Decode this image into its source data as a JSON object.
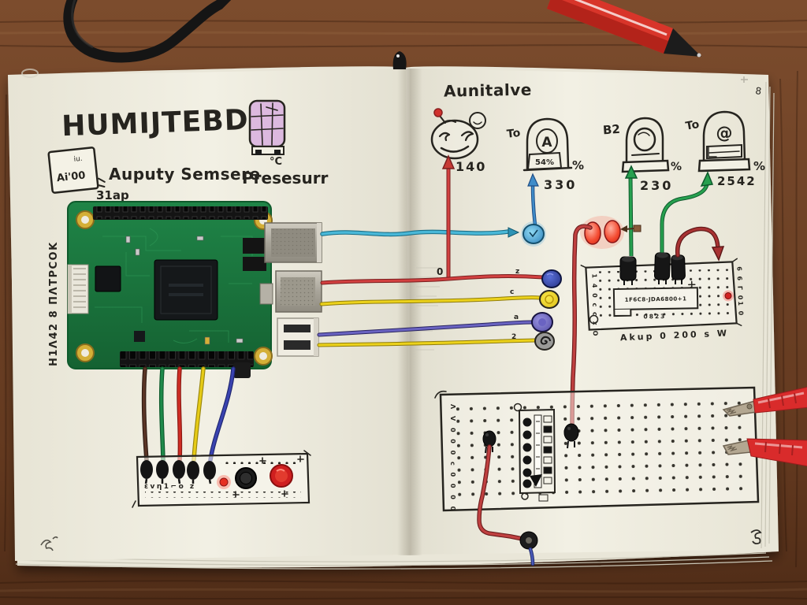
{
  "scene": {
    "desk_color": "#6e4226",
    "objects": [
      "rubber-cable",
      "red-pencil",
      "notebook",
      "alligator-clips"
    ]
  },
  "notebook": {
    "page_color": "#f1efe3"
  },
  "left_page": {
    "title": "HUMIJTEBDU",
    "sticker_note": "Ai'00",
    "sticker_note_top": "iu.",
    "subtitle": "Auputy Semsere",
    "pressure_label": "Presesurr",
    "degree_label": "°C",
    "code_label": "31ap",
    "margin_vertical": "H1Λ42 8 ΠΛΤΡCOK",
    "breadboard_glyphs": "εvη1⌐o z",
    "board": {
      "type": "raspberry-pi",
      "pcb_color": "#1c7a40"
    },
    "jumper_wire_colors": [
      "#5a3526",
      "#1f8a4a",
      "#cf2d24",
      "#e6cb16",
      "#3a43b0"
    ]
  },
  "right_page": {
    "title": "Aunitalve",
    "face_value": "140",
    "gauges": [
      {
        "label": "To",
        "glyph": "A",
        "inner": "54%",
        "pct": "%",
        "value": "330"
      },
      {
        "label": "B2",
        "pct": "%",
        "value": "230"
      },
      {
        "label": "To",
        "glyph": "@",
        "pct": "%",
        "value": "2542"
      }
    ],
    "wire_marks": {
      "zero": "0",
      "m1": "z",
      "m2": "c",
      "m3": "a",
      "m4": "2"
    },
    "small_board": {
      "chip_text": "1F6C8·JDA6800+1",
      "chip_sub": "0823",
      "left_col": "1 4 0 c c x O",
      "right_col": "6 6 Γ 01 0",
      "caption": "Akup 0 200 s W"
    },
    "big_board": {
      "left_col": "Λ V 0 0 0 c 0 0 0 0"
    },
    "corner_mark": "8"
  },
  "colors": {
    "sketch_ink": "#222222",
    "wire_red": "#d24040",
    "wire_cyan": "#49b8d8",
    "wire_yellow": "#ecd21b",
    "wire_purple": "#6a63c2",
    "wire_green": "#27a04f",
    "wire_dark_red": "#a83232",
    "led_blue": "#2f9fd6",
    "led_dark_blue": "#3a4fc0",
    "led_yellow": "#e8cc1a",
    "led_purple": "#5b55b0",
    "led_gray": "#9a9a98",
    "led_red": "#e82a1a",
    "clip_red": "#d92b2b",
    "pencil_red": "#d8352a",
    "sensor_purple": "#dcb9df"
  }
}
